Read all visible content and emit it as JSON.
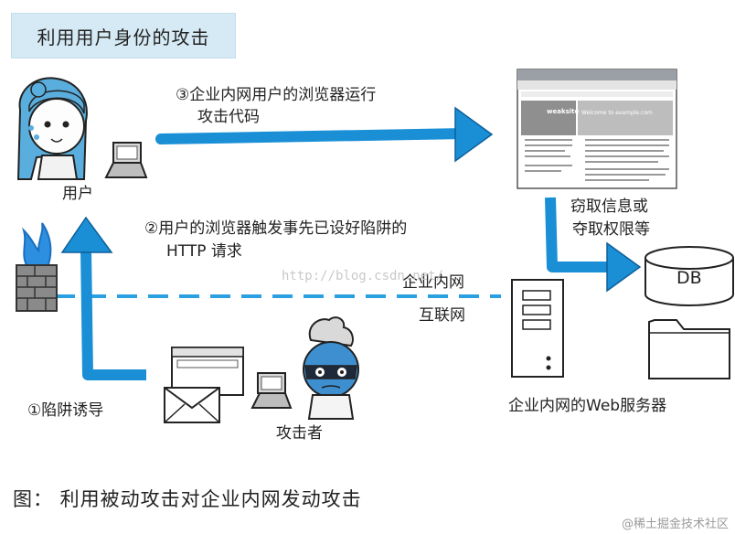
{
  "title": "利用用户身份的攻击",
  "step3": {
    "line1": "③企业内网用户的浏览器运行",
    "line2": "攻击代码"
  },
  "step2": {
    "line1": "②用户的浏览器触发事先已设好陷阱的",
    "line2": "HTTP 请求"
  },
  "step1": "①陷阱诱导",
  "labels": {
    "user": "用户",
    "attacker": "攻击者",
    "steal": {
      "line1": "窃取信息或",
      "line2": "夺取权限等"
    },
    "db": "DB",
    "intranet": "企业内网",
    "internet": "互联网",
    "server": "企业内网的Web服务器"
  },
  "webpage": {
    "logo": "weaksite",
    "heading": "Welcome to example.com"
  },
  "watermark": "http://blog.csdn.net/",
  "caption": "图： 利用被动攻击对企业内网发动攻击",
  "brand": "@稀土掘金技术社区",
  "colors": {
    "arrow": "#1a8fd6",
    "dash": "#2aa0e0",
    "title_bg": "#d6eaf5"
  }
}
